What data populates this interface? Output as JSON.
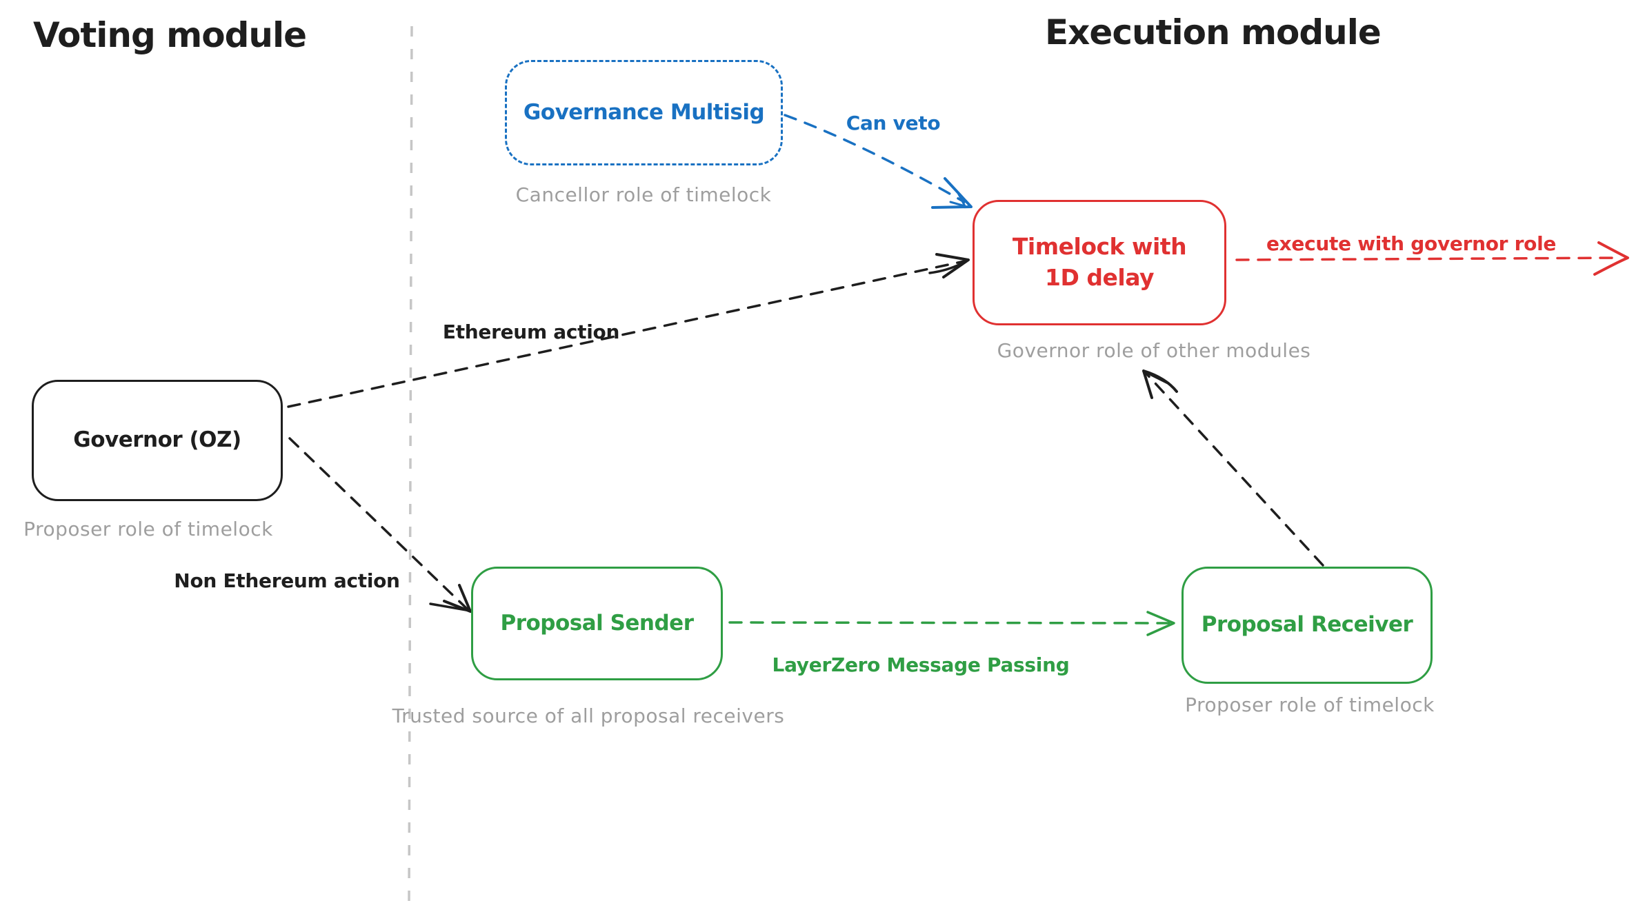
{
  "titles": {
    "voting_module": "Voting module",
    "execution_module": "Execution module"
  },
  "nodes": {
    "governance_multisig": {
      "label": "Governance Multisig",
      "sublabel": "Cancellor role of timelock",
      "color": "#1971c2",
      "border_style": "dashed"
    },
    "timelock": {
      "label": "Timelock with 1D delay",
      "sublabel": "Governor role of other modules",
      "color": "#e03131",
      "border_style": "solid"
    },
    "governor": {
      "label": "Governor (OZ)",
      "sublabel": "Proposer role of timelock",
      "color": "#1e1e1e",
      "border_style": "solid"
    },
    "proposal_sender": {
      "label": "Proposal Sender",
      "sublabel": "Trusted source of all proposal receivers",
      "color": "#2f9e44",
      "border_style": "solid"
    },
    "proposal_receiver": {
      "label": "Proposal Receiver",
      "sublabel": "Proposer role of timelock",
      "color": "#2f9e44",
      "border_style": "solid"
    }
  },
  "edges": {
    "can_veto": {
      "label": "Can veto",
      "color": "#1971c2",
      "from": "governance_multisig",
      "to": "timelock",
      "style": "dashed"
    },
    "ethereum_action": {
      "label": "Ethereum action",
      "color": "#1e1e1e",
      "from": "governor",
      "to": "timelock",
      "style": "dashed"
    },
    "non_ethereum_action": {
      "label": "Non Ethereum action",
      "color": "#1e1e1e",
      "from": "governor",
      "to": "proposal_sender",
      "style": "dashed"
    },
    "layerzero": {
      "label": "LayerZero Message Passing",
      "color": "#2f9e44",
      "from": "proposal_sender",
      "to": "proposal_receiver",
      "style": "dashed"
    },
    "receiver_to_timelock": {
      "label": "",
      "color": "#1e1e1e",
      "from": "proposal_receiver",
      "to": "timelock",
      "style": "dashed"
    },
    "execute": {
      "label": "execute with governor role",
      "color": "#e03131",
      "from": "timelock",
      "to": "offscreen-right",
      "style": "dashed"
    }
  },
  "divider": {
    "color": "#c6c6c6",
    "orientation": "vertical"
  },
  "colors": {
    "black": "#1e1e1e",
    "blue": "#1971c2",
    "red": "#e03131",
    "green": "#2f9e44",
    "gray_label": "#9e9e9e",
    "background": "#ffffff"
  }
}
